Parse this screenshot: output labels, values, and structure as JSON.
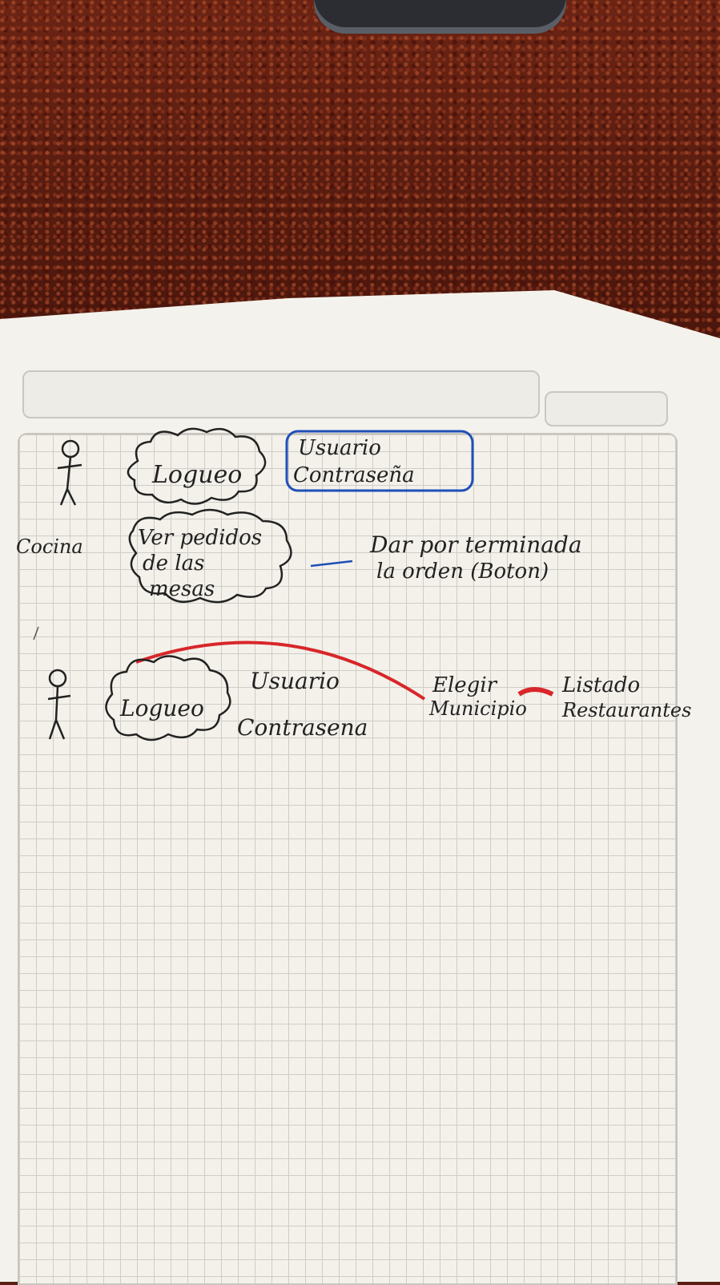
{
  "section1": {
    "actor_label": "Cocina",
    "login_cloud": "Logueo",
    "credentials_box": [
      "Usuario",
      "Contraseña"
    ],
    "orders_cloud": [
      "Ver pedidos",
      "de las",
      "mesas"
    ],
    "action_note": [
      "Dar por terminada",
      "la orden (Boton)"
    ]
  },
  "section2": {
    "login_cloud": "Logueo",
    "user_field": "Usuario",
    "password_field": "Contrasena",
    "step_choose_municipio": [
      "Elegir",
      "Municipio"
    ],
    "step_restaurants": [
      "Listado",
      "Restaurantes"
    ]
  },
  "colors": {
    "ink": "#222222",
    "blue_box": "#1f4fb8",
    "red_line": "#d8262a",
    "paper": "#f4f2ec",
    "grid": "#cfcdc7"
  }
}
